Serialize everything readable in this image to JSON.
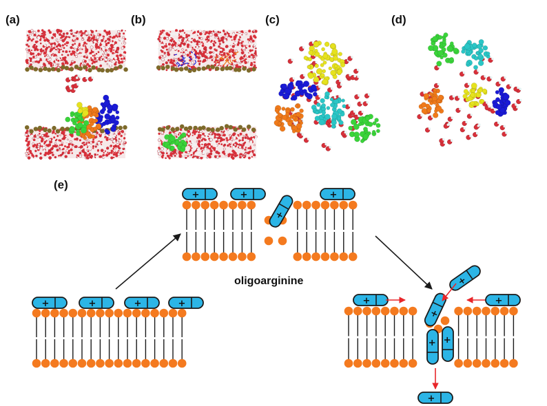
{
  "panels": {
    "a": "(a)",
    "b": "(b)",
    "c": "(c)",
    "d": "(d)",
    "e": "(e)"
  },
  "peptide": {
    "charge_symbol": "+",
    "caption": "oligoarginine"
  },
  "colors": {
    "lipid_head": "#f47a1f",
    "peptide_fill": "#2cb5e6",
    "peptide_stroke": "#1a1a1a",
    "arrow_black": "#1a1a1a",
    "arrow_red": "#e8262a",
    "water_red": "#d8303a",
    "water_white": "#f2f2f2",
    "membrane_head_olive": "#7d6a2a",
    "sim_blue": "#1a1ad6",
    "sim_green": "#3ad43a",
    "sim_orange": "#f07a1a",
    "sim_yellow": "#e6e21e",
    "sim_cyan": "#2ac6c6"
  },
  "icons": {
    "peptide": "capsule-peptide-icon",
    "lipid": "lipid-head-icon"
  }
}
